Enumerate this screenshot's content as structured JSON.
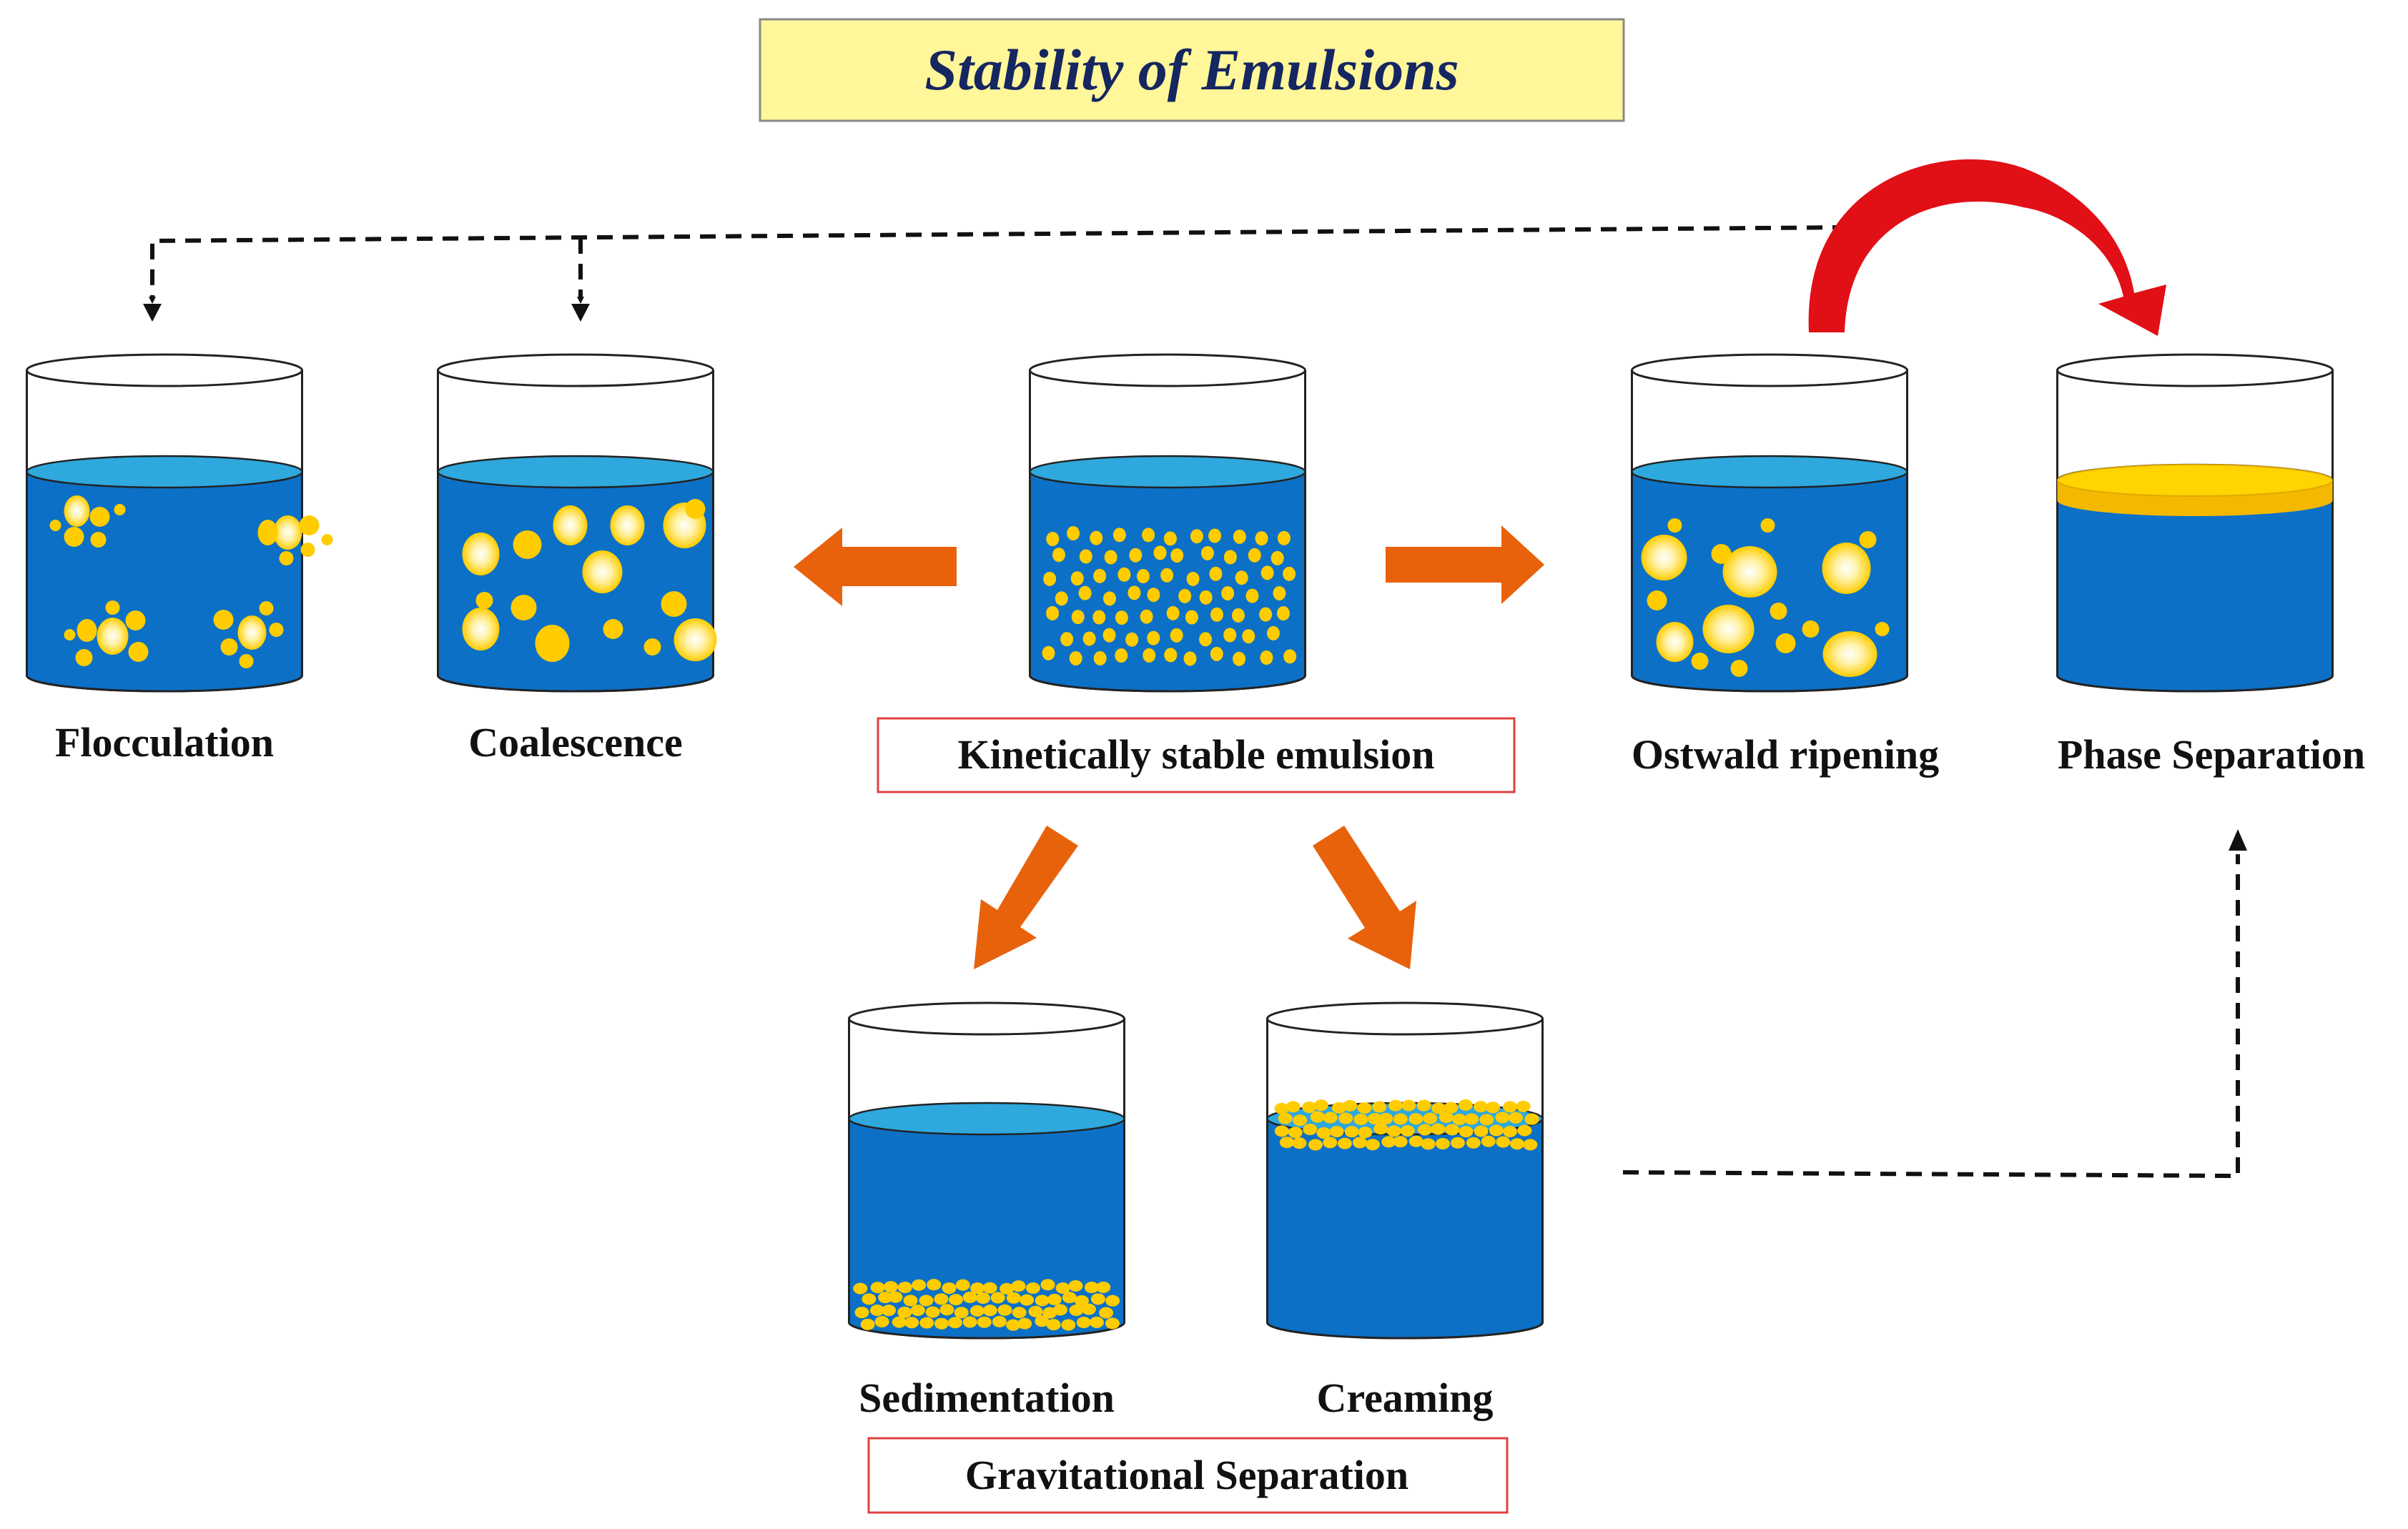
{
  "title": "Stability of Emulsions",
  "colors": {
    "title_bg": "#fff799",
    "title_text": "#152660",
    "liquid_body": "#0c70c6",
    "liquid_top": "#2ea8dd",
    "droplet": "#ffcc00",
    "orange_arrow": "#e8620c",
    "red_arrow": "#e10f16",
    "box_border": "#e04040"
  },
  "labels": {
    "flocculation": "Flocculation",
    "coalescence": "Coalescence",
    "stable": "Kinetically stable emulsion",
    "ostwald": "Ostwald ripening",
    "phase_separation": "Phase Separation",
    "sedimentation": "Sedimentation",
    "creaming": "Creaming",
    "gravitational": "Gravitational Separation"
  },
  "icons": {
    "beaker": "beaker-icon",
    "droplet": "droplet-icon",
    "block_arrow": "block-arrow-icon",
    "curved_arrow": "curved-arrow-icon",
    "dashed_arrow": "dashed-arrow-icon"
  }
}
